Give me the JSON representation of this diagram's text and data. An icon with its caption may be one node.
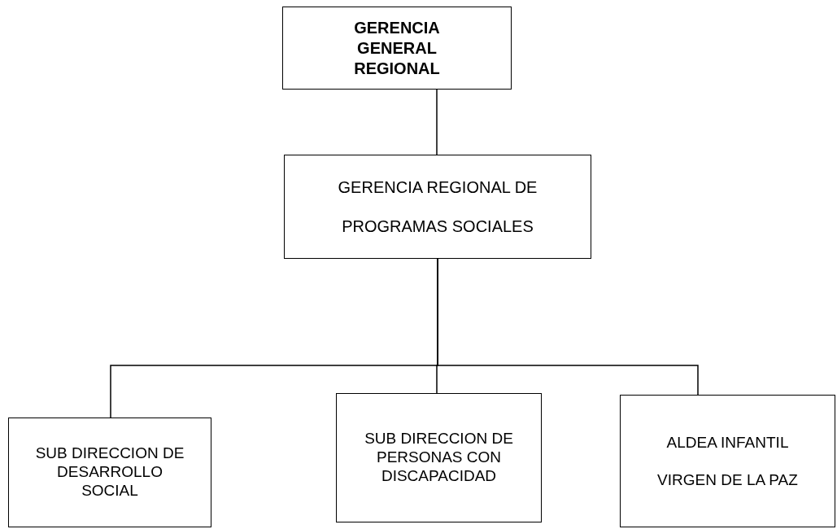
{
  "diagram": {
    "nodes": [
      {
        "text": [
          "GERENCIA GENERAL REGIONAL"
        ]
      },
      {
        "text": [
          "GERENCIA REGIONAL DE PROGRAMAS SOCIALES"
        ]
      },
      {
        "text": [
          "SUB DIRECCION DE DESARROLLO SOCIAL"
        ]
      },
      {
        "text": [
          "SUB DIRECCION DE PERSONAS CON DISCAPACIDAD"
        ]
      },
      {
        "text": [
          "ALDEA INFANTIL VIRGEN DE LA PAZ"
        ]
      }
    ],
    "edges": [
      {
        "from": 0,
        "to": 1,
        "arrow": "none"
      },
      {
        "from": 1,
        "to": 2,
        "arrow": "none"
      },
      {
        "from": 1,
        "to": 3,
        "arrow": "none"
      },
      {
        "from": 1,
        "to": 4,
        "arrow": "none"
      }
    ]
  }
}
